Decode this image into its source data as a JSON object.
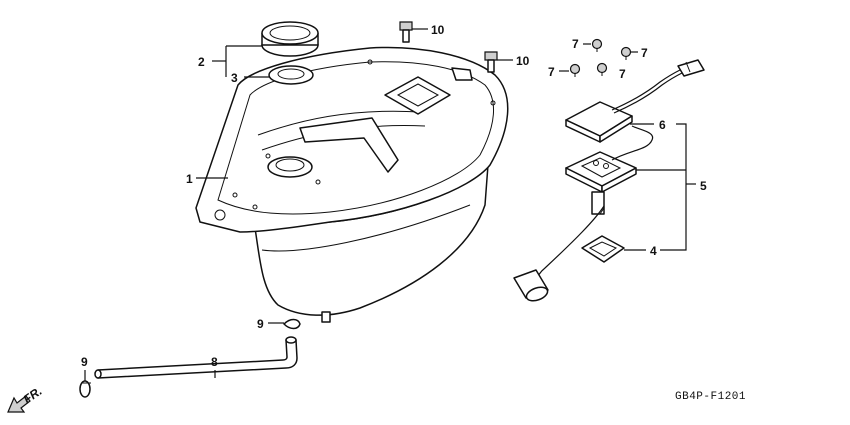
{
  "callouts": {
    "p1": "1",
    "p2": "2",
    "p3": "3",
    "p4": "4",
    "p5": "5",
    "p6": "6",
    "p7a": "7",
    "p7b": "7",
    "p7c": "7",
    "p7d": "7",
    "p8": "8",
    "p9a": "9",
    "p9b": "9",
    "p10a": "10",
    "p10b": "10"
  },
  "direction_label": "FR.",
  "diagram_code": "GB4P-F1201"
}
